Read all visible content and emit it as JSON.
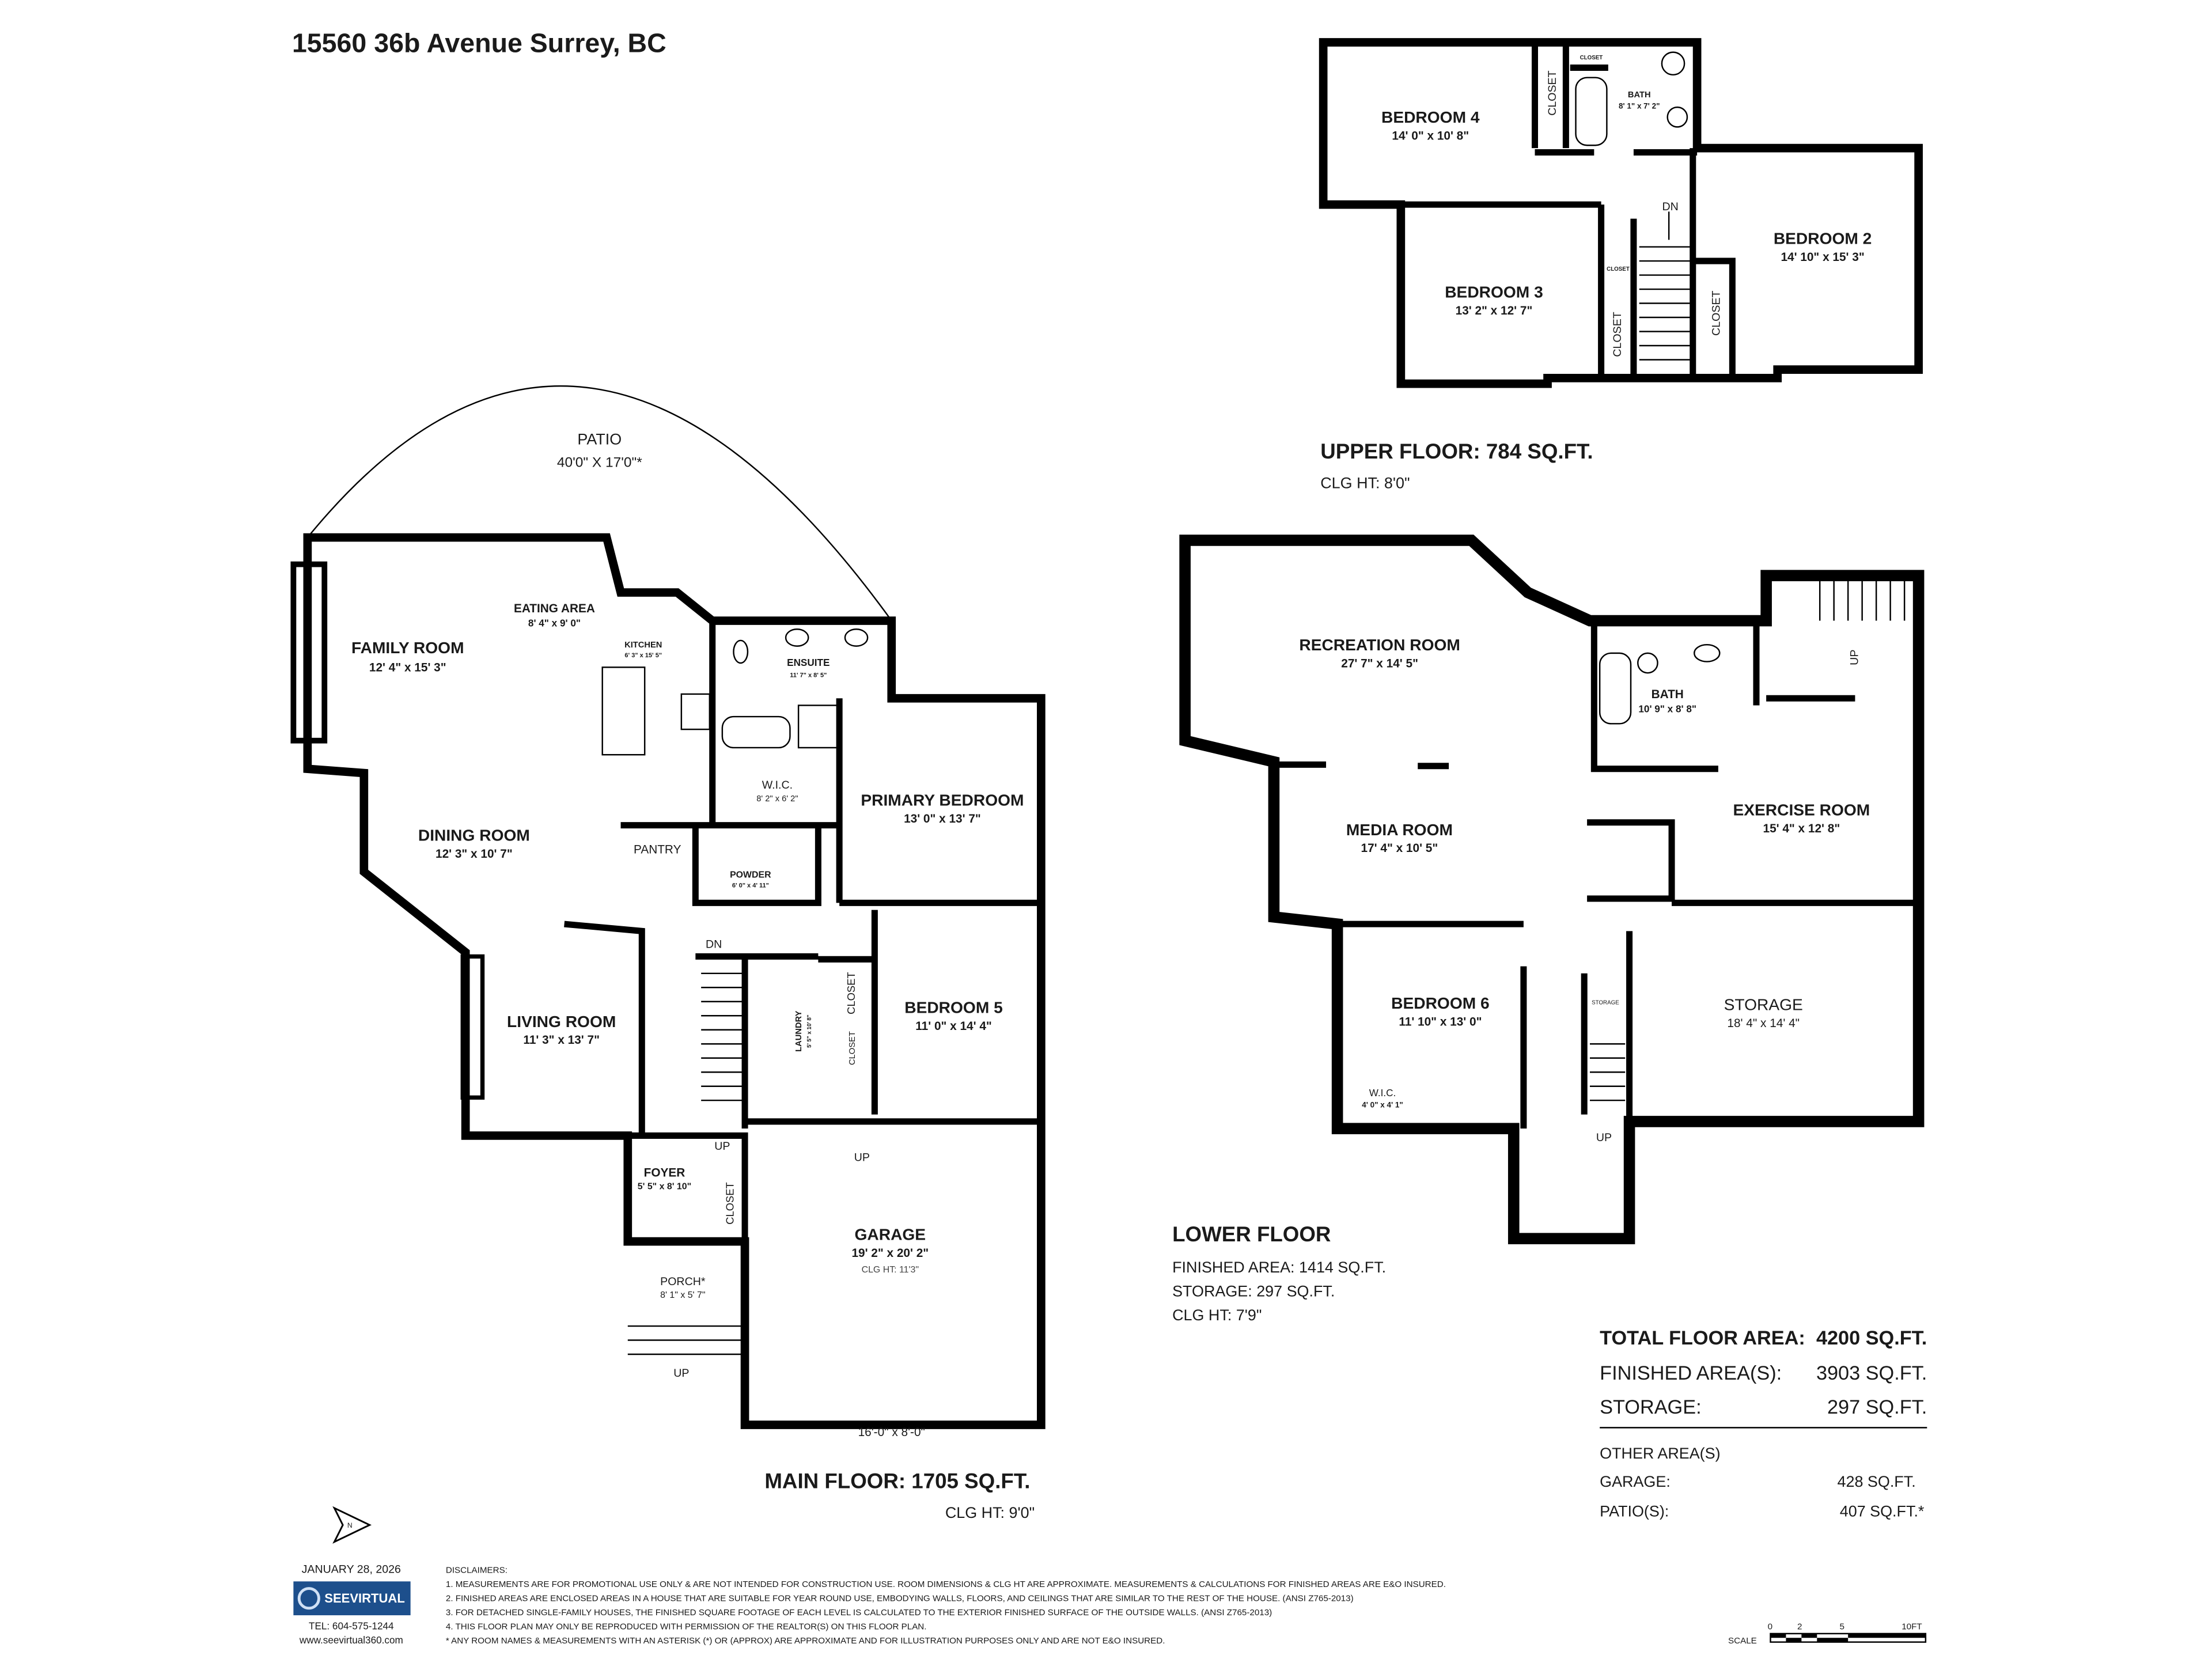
{
  "title": "15560 36b Avenue Surrey, BC",
  "main_floor": {
    "label": "MAIN FLOOR: 1705 SQ.FT.",
    "ceiling": "CLG HT: 9'0\"",
    "rooms": [
      {
        "name": "PATIO",
        "dims": "40'0\" X 17'0\"*"
      },
      {
        "name": "FAMILY ROOM",
        "dims": "12' 4\" x 15' 3\""
      },
      {
        "name": "EATING AREA",
        "dims": "8' 4\" x 9' 0\""
      },
      {
        "name": "KITCHEN",
        "dims": "6' 3\" x 15' 5\""
      },
      {
        "name": "ENSUITE",
        "dims": "11' 7\" x 8' 5\""
      },
      {
        "name": "W.I.C.",
        "dims": "8' 2\" x 6' 2\""
      },
      {
        "name": "PRIMARY BEDROOM",
        "dims": "13' 0\" x 13' 7\""
      },
      {
        "name": "DINING ROOM",
        "dims": "12' 3\" x 10' 7\""
      },
      {
        "name": "PANTRY"
      },
      {
        "name": "POWDER",
        "dims": "6' 0\" x 4' 11\""
      },
      {
        "name": "LIVING ROOM",
        "dims": "11' 3\" x 13' 7\""
      },
      {
        "name": "LAUNDRY",
        "dims": "5' 5\" x 10' 8\""
      },
      {
        "name": "BEDROOM 5",
        "dims": "11' 0\" x 14' 4\""
      },
      {
        "name": "FOYER",
        "dims": "5' 5\" x 8' 10\""
      },
      {
        "name": "GARAGE",
        "dims": "19' 2\" x 20' 2\"",
        "ceiling": "CLG HT:  11'3\""
      },
      {
        "name": "PORCH*",
        "dims": "8' 1\" x 5' 7\""
      }
    ],
    "closet": "CLOSET",
    "dn": "DN",
    "up": "UP",
    "garage_door": "16'-0\" x 8'-0\""
  },
  "upper_floor": {
    "label": "UPPER FLOOR: 784 SQ.FT.",
    "ceiling": "CLG HT: 8'0\"",
    "rooms": [
      {
        "name": "BEDROOM 4",
        "dims": "14' 0\" x 10' 8\""
      },
      {
        "name": "BATH",
        "dims": "8' 1\" x 7' 2\""
      },
      {
        "name": "BEDROOM 2",
        "dims": "14' 10\" x 15' 3\""
      },
      {
        "name": "BEDROOM 3",
        "dims": "13' 2\" x 12' 7\""
      }
    ],
    "closet": "CLOSET",
    "dn": "DN"
  },
  "lower_floor": {
    "label": "LOWER FLOOR",
    "finished": "FINISHED AREA: 1414 SQ.FT.",
    "storage": "STORAGE: 297 SQ.FT.",
    "ceiling": "CLG HT: 7'9\"",
    "rooms": [
      {
        "name": "RECREATION ROOM",
        "dims": "27' 7\" x 14' 5\""
      },
      {
        "name": "BATH",
        "dims": "10' 9\" x 8' 8\""
      },
      {
        "name": "EXERCISE ROOM",
        "dims": "15' 4\" x 12' 8\""
      },
      {
        "name": "MEDIA ROOM",
        "dims": "17' 4\" x 10' 5\""
      },
      {
        "name": "BEDROOM 6",
        "dims": "11' 10\" x 13' 0\""
      },
      {
        "name": "W.I.C.",
        "dims": "4' 0\" x 4' 1\""
      },
      {
        "name": "STORAGE",
        "dims": "18' 4\" x 14' 4\""
      }
    ],
    "stair_storage": "STORAGE",
    "up": "UP"
  },
  "totals": {
    "total_label": "TOTAL FLOOR AREA:",
    "total_value": "4200 SQ.FT.",
    "finished_label": "FINISHED AREA(S):",
    "finished_value": "3903 SQ.FT.",
    "storage_label": "STORAGE:",
    "storage_value": "297 SQ.FT.",
    "other_label": "OTHER AREA(S)",
    "garage_label": "GARAGE:",
    "garage_value": "428 SQ.FT.",
    "patio_label": "PATIO(S):",
    "patio_value": "407 SQ.FT.*"
  },
  "footer": {
    "date": "JANUARY 28, 2026",
    "logo_text": "SEEVIRTUAL",
    "tel": "TEL: 604-575-1244",
    "website": "www.seevirtual360.com",
    "compass": "N",
    "disclaimer_title": "DISCLAIMERS:",
    "disclaimers": [
      "1. MEASUREMENTS ARE FOR PROMOTIONAL USE ONLY & ARE NOT INTENDED FOR CONSTRUCTION USE. ROOM DIMENSIONS & CLG HT ARE APPROXIMATE. MEASUREMENTS & CALCULATIONS FOR FINISHED AREAS ARE E&O INSURED.",
      "2. FINISHED AREAS ARE ENCLOSED AREAS IN A HOUSE THAT ARE SUITABLE FOR YEAR ROUND USE, EMBODYING WALLS, FLOORS, AND CEILINGS THAT ARE SIMILAR TO THE REST OF THE HOUSE. (ANSI Z765-2013)",
      "3. FOR DETACHED SINGLE-FAMILY HOUSES, THE FINISHED SQUARE FOOTAGE OF EACH LEVEL IS CALCULATED TO THE EXTERIOR FINISHED SURFACE OF THE OUTSIDE WALLS. (ANSI Z765-2013)",
      "4. THIS FLOOR PLAN MAY ONLY BE REPRODUCED WITH PERMISSION OF THE REALTOR(S) ON THIS FLOOR PLAN.",
      "* ANY ROOM NAMES & MEASUREMENTS WITH AN ASTERISK (*) OR (APPROX) ARE APPROXIMATE AND FOR ILLUSTRATION PURPOSES ONLY AND ARE NOT E&O INSURED."
    ],
    "scale_label": "SCALE",
    "scale_ticks": [
      "0",
      "2",
      "5",
      "10FT"
    ]
  },
  "colors": {
    "logo_blue": "#1d4f8c",
    "walls": "#000000"
  }
}
